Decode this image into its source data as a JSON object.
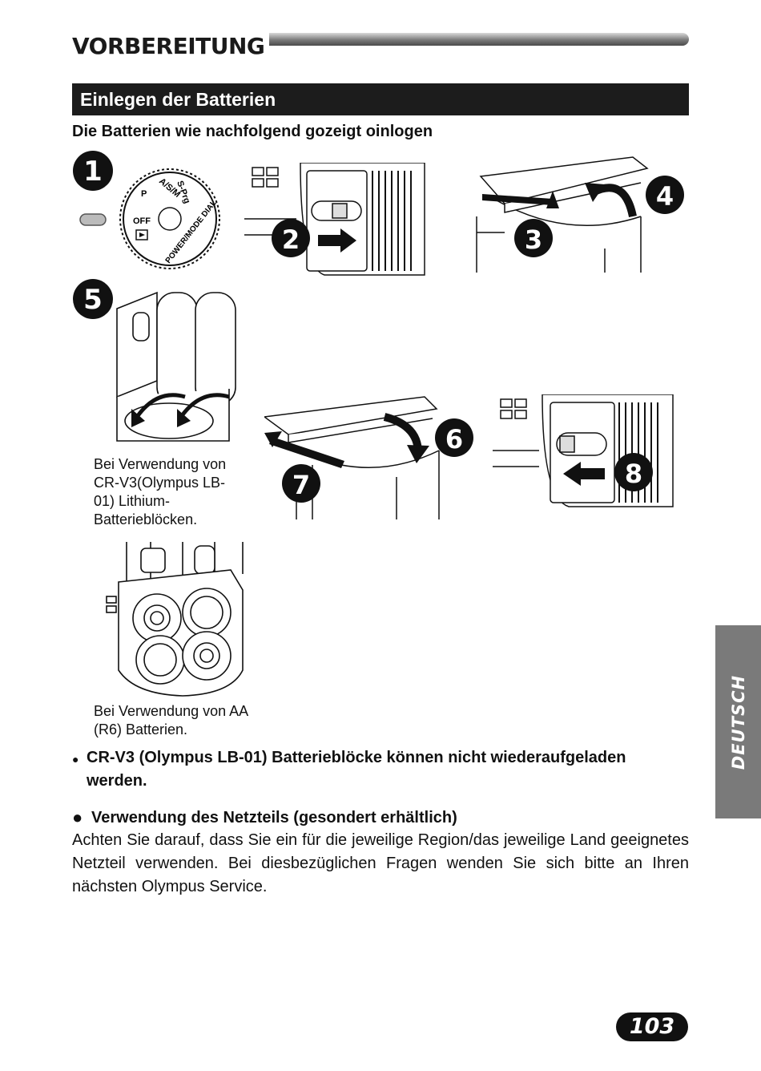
{
  "header": {
    "section_title": "VORBEREITUNG"
  },
  "subheading": "Einlegen der Batterien",
  "lead": "Die Batterien wie nachfolgend gozeigt oinlogen",
  "steps": [
    "1",
    "2",
    "3",
    "4",
    "5",
    "6",
    "7",
    "8"
  ],
  "dial": {
    "labels": [
      "S-Prg",
      "A/S/M",
      "P",
      "OFF",
      "POWER/MODE DIAL"
    ]
  },
  "captions": {
    "lithium": "Bei Verwendung von CR-V3(Olympus LB-01) Lithium-Batterieblöcken.",
    "aa": "Bei Verwendung von AA (R6) Batterien."
  },
  "notes": {
    "bullet_symbol": "●",
    "rechargeable": "CR-V3 (Olympus LB-01) Batterieblöcke können nicht wiederaufgeladen werden.",
    "adapter_title": "Verwendung des Netzteils (gesondert erhältlich)",
    "adapter_text": "Achten Sie darauf, dass Sie ein für die jeweilige Region/das jeweilige Land geeignetes Netzteil verwenden. Bei diesbezüglichen Fragen wenden Sie sich bitte an Ihren nächsten Olympus Service."
  },
  "side_tab": "DEUTSCH",
  "page_number": "103"
}
